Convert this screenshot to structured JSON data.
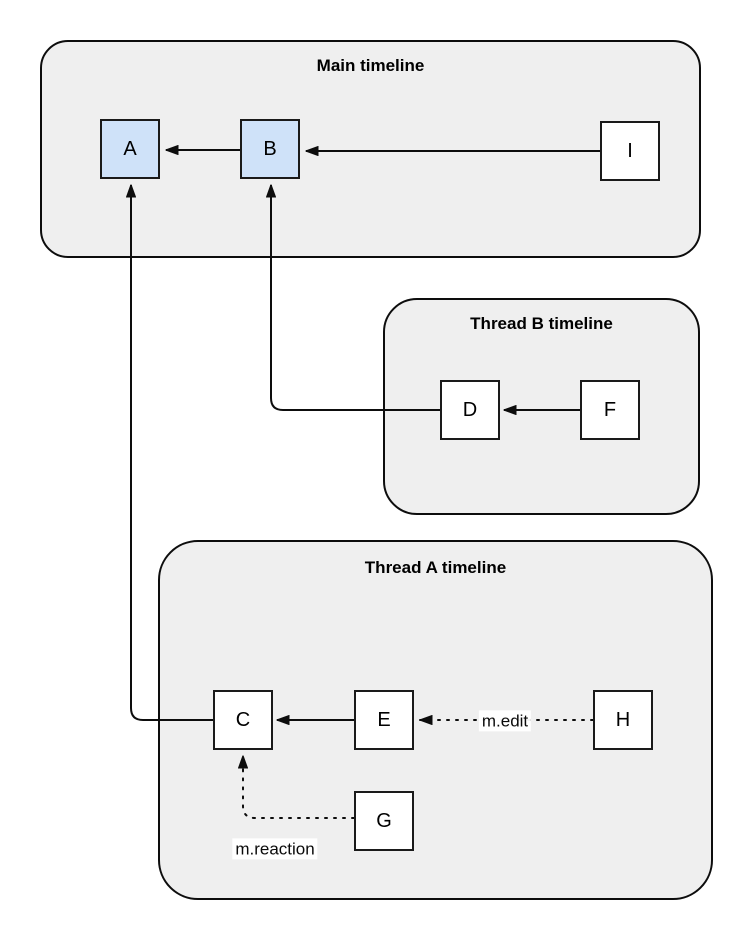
{
  "diagram": {
    "containers": [
      {
        "id": "main-timeline",
        "title": "Main timeline"
      },
      {
        "id": "thread-b-timeline",
        "title": "Thread B timeline"
      },
      {
        "id": "thread-a-timeline",
        "title": "Thread A timeline"
      }
    ],
    "nodes": [
      {
        "id": "A",
        "label": "A",
        "variant": "highlighted",
        "container": "main-timeline"
      },
      {
        "id": "B",
        "label": "B",
        "variant": "highlighted",
        "container": "main-timeline"
      },
      {
        "id": "I",
        "label": "I",
        "variant": "plain",
        "container": "main-timeline"
      },
      {
        "id": "D",
        "label": "D",
        "variant": "plain",
        "container": "thread-b-timeline"
      },
      {
        "id": "F",
        "label": "F",
        "variant": "plain",
        "container": "thread-b-timeline"
      },
      {
        "id": "C",
        "label": "C",
        "variant": "plain",
        "container": "thread-a-timeline"
      },
      {
        "id": "E",
        "label": "E",
        "variant": "plain",
        "container": "thread-a-timeline"
      },
      {
        "id": "H",
        "label": "H",
        "variant": "plain",
        "container": "thread-a-timeline"
      },
      {
        "id": "G",
        "label": "G",
        "variant": "plain",
        "container": "thread-a-timeline"
      }
    ],
    "edges": [
      {
        "from": "B",
        "to": "A",
        "style": "solid",
        "label": ""
      },
      {
        "from": "I",
        "to": "B",
        "style": "solid",
        "label": ""
      },
      {
        "from": "F",
        "to": "D",
        "style": "solid",
        "label": ""
      },
      {
        "from": "E",
        "to": "C",
        "style": "solid",
        "label": ""
      },
      {
        "from": "D",
        "to": "B",
        "style": "solid",
        "label": ""
      },
      {
        "from": "C",
        "to": "A",
        "style": "solid",
        "label": ""
      },
      {
        "from": "H",
        "to": "E",
        "style": "dotted",
        "label": "m.edit"
      },
      {
        "from": "G",
        "to": "C",
        "style": "dotted",
        "label": "m.reaction"
      }
    ],
    "colors": {
      "container_fill": "#efefef",
      "container_stroke": "#0d0d0d",
      "node_fill": "#ffffff",
      "node_highlight_fill": "#cfe2f9",
      "node_stroke": "#1a1a1a",
      "edge_stroke": "#0d0d0d",
      "background": "#ffffff"
    }
  }
}
